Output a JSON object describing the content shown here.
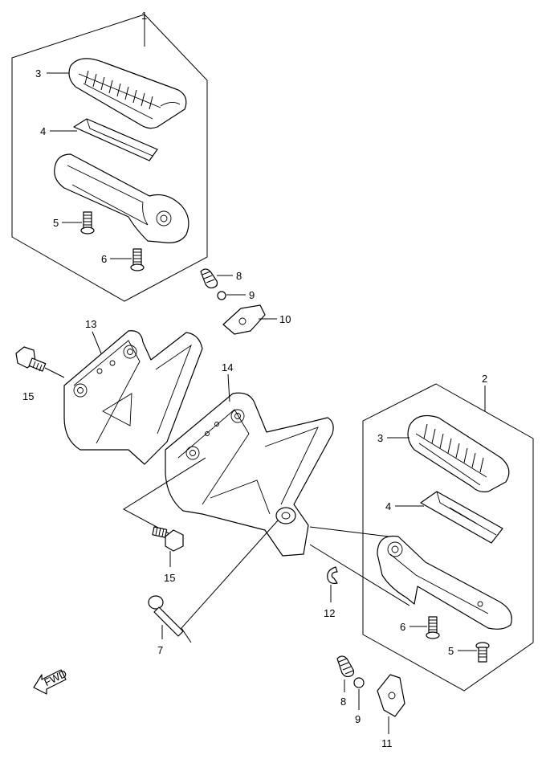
{
  "callouts": {
    "c1": "1",
    "c2": "2",
    "c3a": "3",
    "c3b": "3",
    "c4a": "4",
    "c4b": "4",
    "c5a": "5",
    "c5b": "5",
    "c6a": "6",
    "c6b": "6",
    "c7": "7",
    "c8a": "8",
    "c8b": "8",
    "c9a": "9",
    "c9b": "9",
    "c10": "10",
    "c11": "11",
    "c12": "12",
    "c13": "13",
    "c14": "14",
    "c15a": "15",
    "c15b": "15"
  },
  "fwd_label": "FWD",
  "icons": {
    "fwd_arrow": "fwd-arrow-icon"
  }
}
